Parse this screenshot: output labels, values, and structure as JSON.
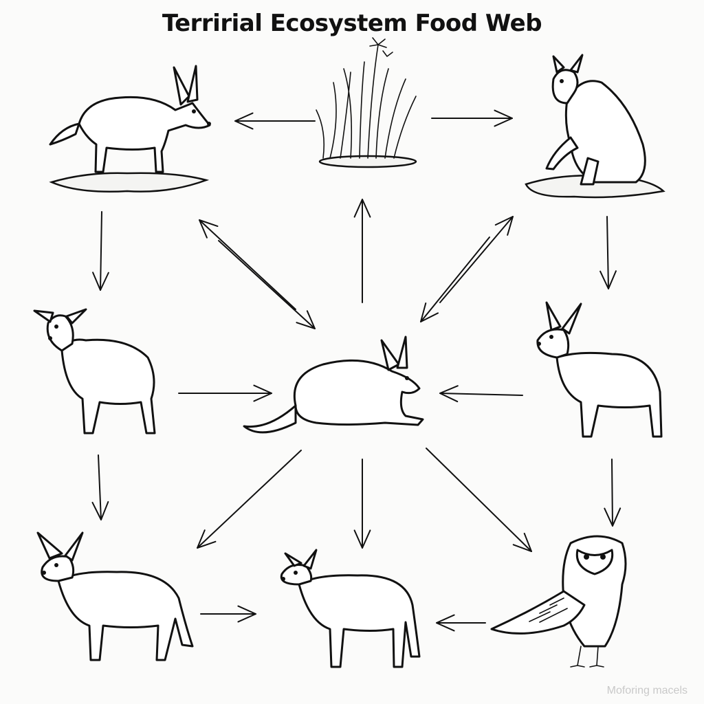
{
  "diagram": {
    "title": "Terririal Ecosystem Food Web",
    "watermark": "Moforing macels"
  },
  "nodes": [
    {
      "id": "plant",
      "icon": "grass-plant-icon"
    },
    {
      "id": "top-left",
      "icon": "deer-icon"
    },
    {
      "id": "top-right",
      "icon": "wallaby-icon"
    },
    {
      "id": "mid-left",
      "icon": "deer-icon"
    },
    {
      "id": "center",
      "icon": "rabbit-icon"
    },
    {
      "id": "mid-right",
      "icon": "deer-icon"
    },
    {
      "id": "bottom-left",
      "icon": "fox-icon"
    },
    {
      "id": "bottom-center",
      "icon": "fox-icon"
    },
    {
      "id": "bottom-right",
      "icon": "owl-icon"
    }
  ],
  "edges": [
    {
      "from": "plant",
      "to": "top-left"
    },
    {
      "from": "plant",
      "to": "top-right"
    },
    {
      "from": "top-left",
      "to": "mid-left"
    },
    {
      "from": "top-left",
      "to": "center"
    },
    {
      "from": "center",
      "to": "top-left"
    },
    {
      "from": "center",
      "to": "plant"
    },
    {
      "from": "top-right",
      "to": "center"
    },
    {
      "from": "center",
      "to": "top-right"
    },
    {
      "from": "top-right",
      "to": "mid-right"
    },
    {
      "from": "mid-left",
      "to": "center"
    },
    {
      "from": "mid-right",
      "to": "center"
    },
    {
      "from": "mid-left",
      "to": "bottom-left"
    },
    {
      "from": "center",
      "to": "bottom-left"
    },
    {
      "from": "center",
      "to": "bottom-center"
    },
    {
      "from": "center",
      "to": "bottom-right"
    },
    {
      "from": "mid-right",
      "to": "bottom-right"
    },
    {
      "from": "bottom-left",
      "to": "bottom-center"
    },
    {
      "from": "bottom-right",
      "to": "bottom-center"
    }
  ]
}
